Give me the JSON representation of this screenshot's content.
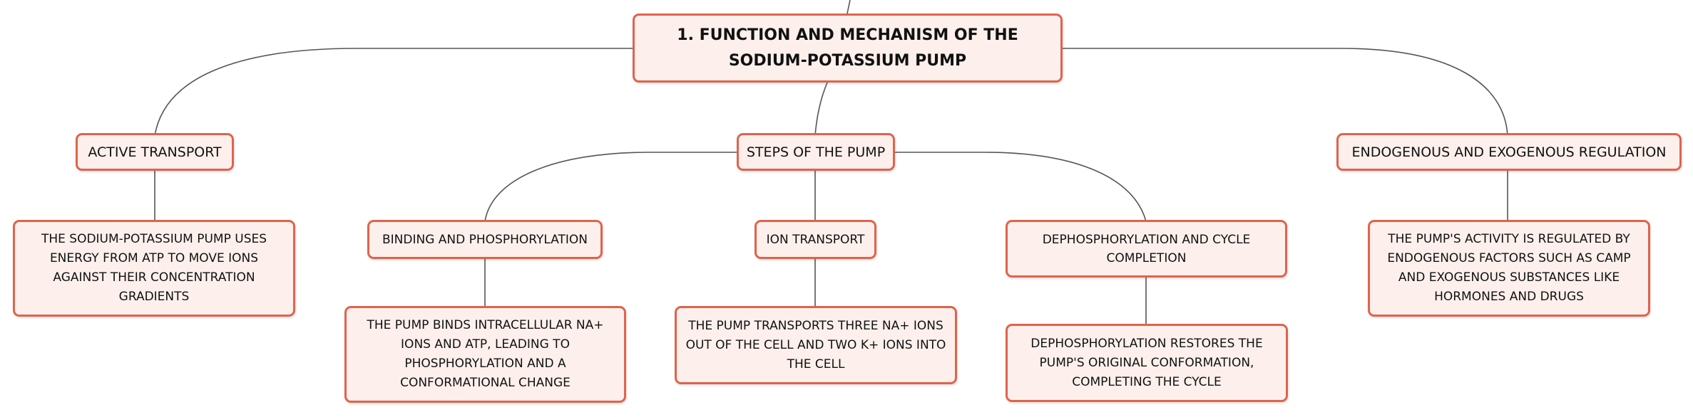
{
  "diagram": {
    "root": "1. FUNCTION AND MECHANISM OF THE SODIUM-POTASSIUM PUMP",
    "branches": [
      {
        "label": "ACTIVE TRANSPORT",
        "detail": "THE SODIUM-POTASSIUM PUMP USES ENERGY FROM ATP TO MOVE IONS AGAINST THEIR CONCENTRATION GRADIENTS"
      },
      {
        "label": "STEPS OF THE PUMP",
        "children": [
          {
            "label": "BINDING AND PHOSPHORYLATION",
            "detail": "THE PUMP BINDS INTRACELLULAR NA+ IONS AND ATP, LEADING TO PHOSPHORYLATION AND A CONFORMATIONAL CHANGE"
          },
          {
            "label": "ION TRANSPORT",
            "detail": "THE PUMP TRANSPORTS THREE NA+ IONS OUT OF THE CELL AND TWO K+ IONS INTO THE CELL"
          },
          {
            "label": "DEPHOSPHORYLATION AND CYCLE COMPLETION",
            "detail": "DEPHOSPHORYLATION RESTORES THE PUMP'S ORIGINAL CONFORMATION, COMPLETING THE CYCLE"
          }
        ]
      },
      {
        "label": "ENDOGENOUS AND EXOGENOUS REGULATION",
        "detail": "THE PUMP'S ACTIVITY IS REGULATED BY ENDOGENOUS FACTORS SUCH AS CAMP AND EXOGENOUS SUBSTANCES LIKE HORMONES AND DRUGS"
      }
    ]
  },
  "colors": {
    "node_fill": "#fdf0ec",
    "node_border": "#e0634c",
    "connector": "#555555"
  }
}
